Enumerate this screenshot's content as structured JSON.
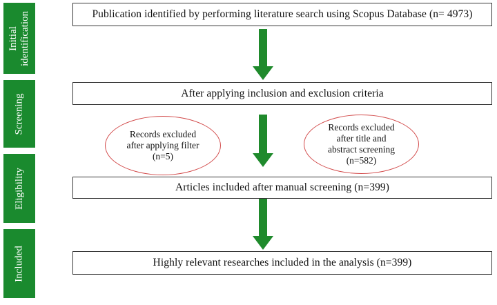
{
  "stages": [
    {
      "id": "initial",
      "label": "Initial identification"
    },
    {
      "id": "screening",
      "label": "Screening"
    },
    {
      "id": "eligibility",
      "label": "Eligibility"
    },
    {
      "id": "included",
      "label": "Included"
    }
  ],
  "steps": [
    {
      "id": "identification",
      "text": "Publication identified by performing literature search using Scopus Database (n= 4973)"
    },
    {
      "id": "criteria",
      "text": "After applying  inclusion  and exclusion  criteria"
    },
    {
      "id": "manual",
      "text": "Articles included after manual screening (n=399)"
    },
    {
      "id": "analysis",
      "text": "Highly  relevant researches included in the analysis (n=399)"
    }
  ],
  "exclusions": [
    {
      "id": "filter",
      "text": "Records excluded after applying filter (n=5)"
    },
    {
      "id": "title-abstract",
      "text": "Records excluded after title and abstract screening (n=582)"
    }
  ],
  "colors": {
    "stage_fill": "#1a8a2e",
    "arrow_fill": "#1f8a2c",
    "oval_border": "#d24a4a",
    "box_border": "#333333"
  }
}
